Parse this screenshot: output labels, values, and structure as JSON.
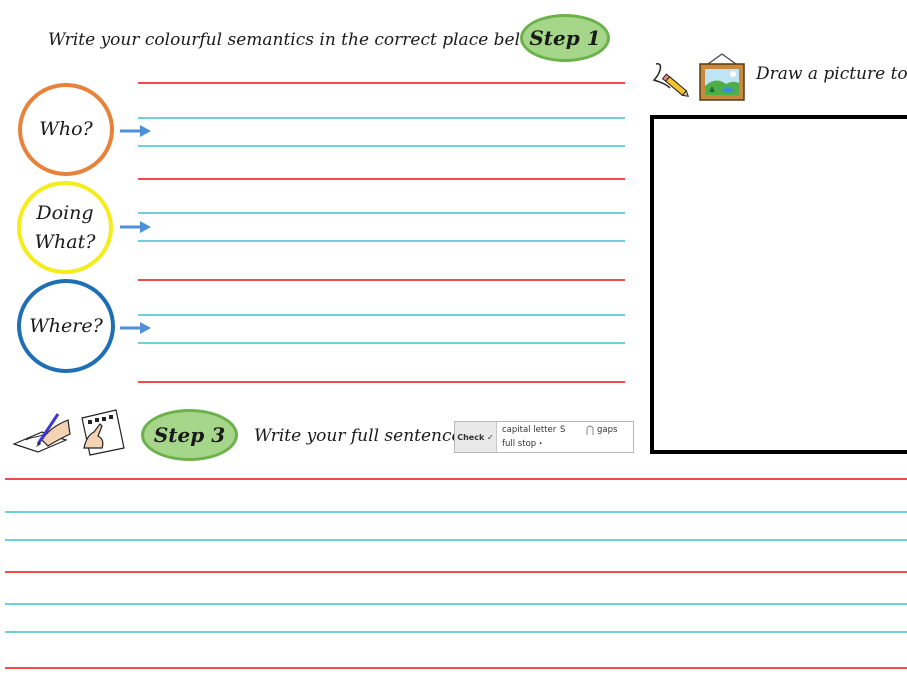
{
  "step1": {
    "instruction": "Write your colourful semantics in the correct place below",
    "badge": "Step 1"
  },
  "semantics": {
    "who": {
      "label": "Who?",
      "color": "#e8823a"
    },
    "doing_what": {
      "line1": "Doing",
      "line2": "What?",
      "color": "#f5ec1c"
    },
    "where": {
      "label": "Where?",
      "color": "#1f6fb5"
    },
    "arrow_color": "#4f8fd8"
  },
  "step2": {
    "instruction": "Draw a picture to m"
  },
  "step3": {
    "badge": "Step 3",
    "instruction": "Write your full sentence"
  },
  "check": {
    "label": "Check ✓",
    "capital_letter": "capital letter",
    "capital_example": "S",
    "gaps": "gaps",
    "full_stop": "full stop",
    "full_stop_mark": "."
  },
  "colors": {
    "red_line": "#ee4b4b",
    "blue_line": "#6fd0d8",
    "badge_fill": "#a6d68a",
    "badge_border": "#6cb24c"
  },
  "icons": [
    "write-icon",
    "picture-icon",
    "pen-writing-icon",
    "checklist-icon"
  ]
}
